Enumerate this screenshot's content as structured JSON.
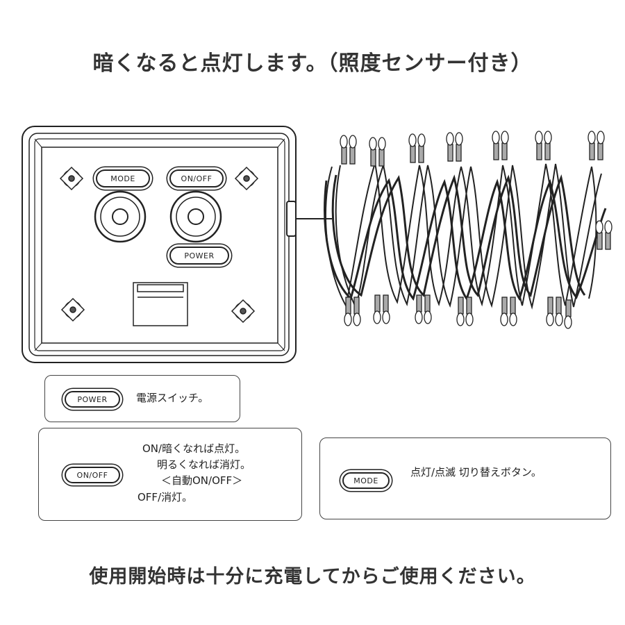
{
  "header": {
    "title": "暗くなると点灯します。（照度センサー付き）"
  },
  "device": {
    "mode_label": "MODE",
    "onoff_label": "ON/OFF",
    "power_label": "POWER"
  },
  "callouts": {
    "power": {
      "button_label": "POWER",
      "text": "電源スイッチ。"
    },
    "onoff": {
      "button_label": "ON/OFF",
      "lines": [
        "ON/暗くなれば点灯。",
        "明るくなれば消灯。",
        "＜自動ON/OFF＞",
        "OFF/消灯。"
      ]
    },
    "mode": {
      "button_label": "MODE",
      "text": "点灯/点滅  切り替えボタン。"
    }
  },
  "footer": {
    "note": "使用開始時は十分に充電してからご使用ください。"
  }
}
